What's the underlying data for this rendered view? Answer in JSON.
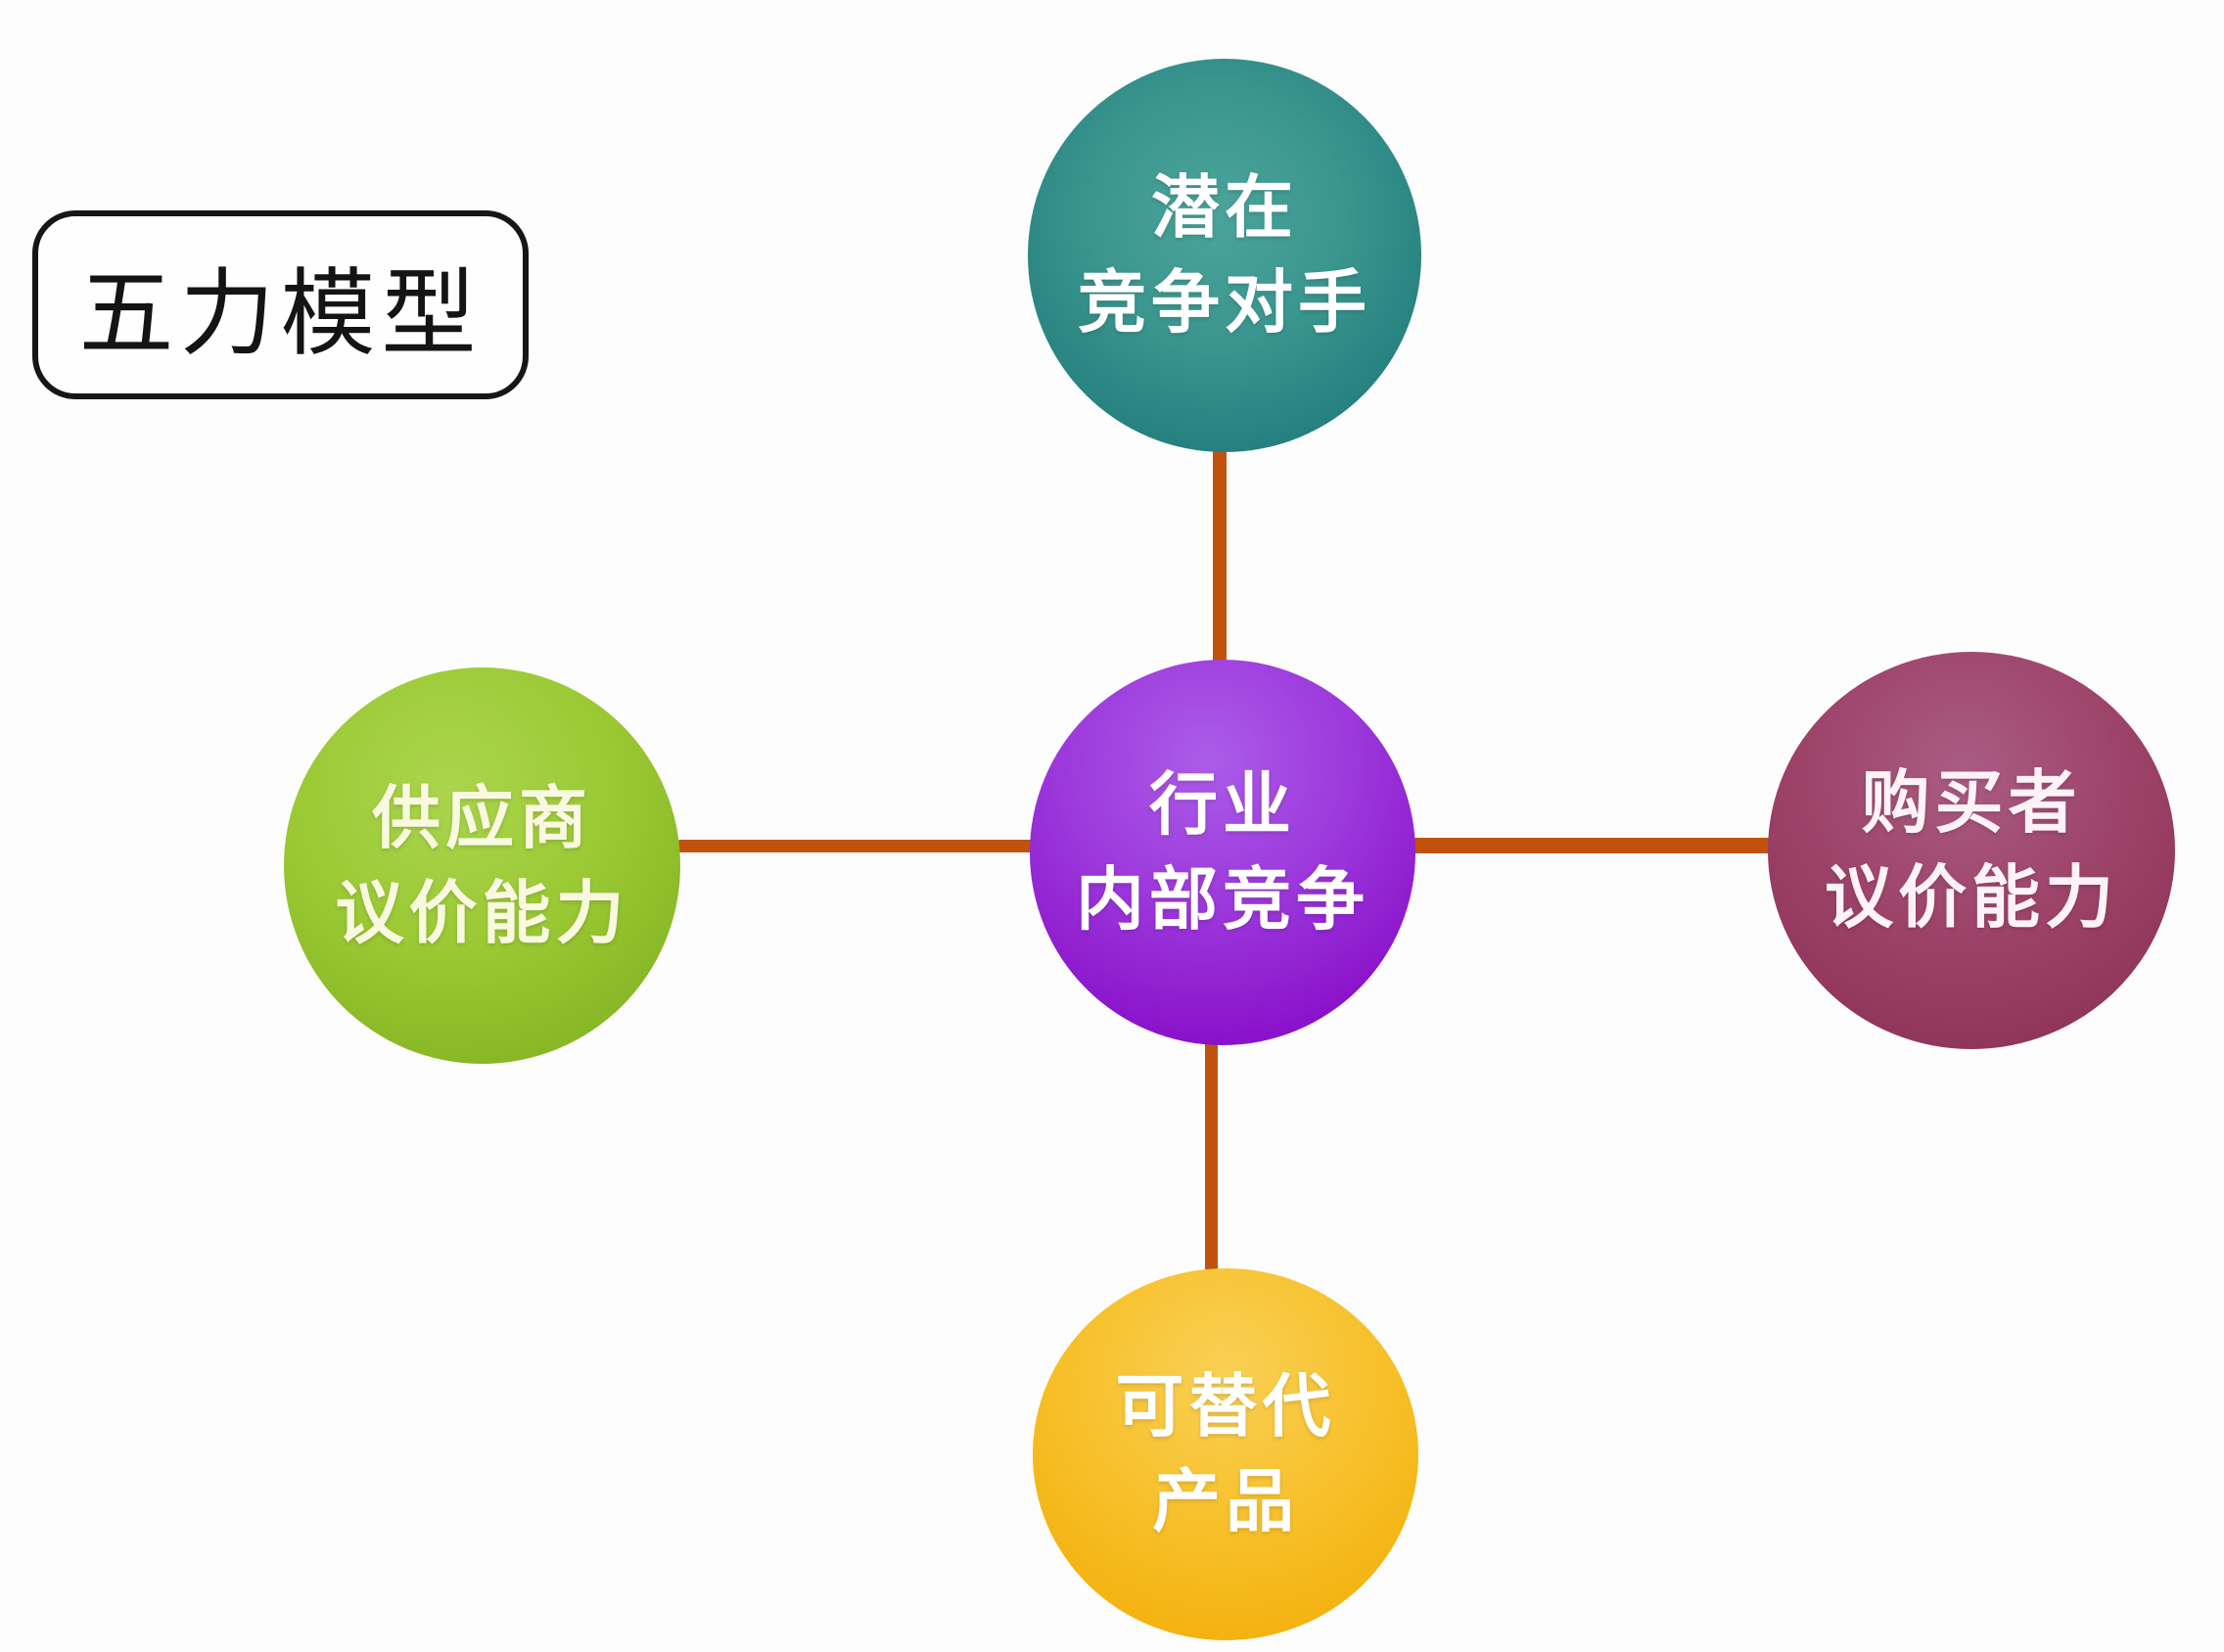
{
  "title": {
    "label": "五力模型",
    "border_color": "#161616",
    "text_color": "#141414",
    "background": "#fefefe"
  },
  "diagram": {
    "type": "five-forces-model",
    "background": "#fefdfd",
    "connector_color": "#c1520e",
    "center": {
      "id": "industry-internal-competition",
      "lines": [
        "行业",
        "内部竞争"
      ],
      "color": "#9c38dc",
      "text_color": "#ffffff"
    },
    "nodes": [
      {
        "id": "potential-competitors",
        "position": "top",
        "lines": [
          "潜在",
          "竞争对手"
        ],
        "color": "#2c8a85",
        "text_color": "#ffffff"
      },
      {
        "id": "supplier-bargaining-power",
        "position": "left",
        "lines": [
          "供应商",
          "议价能力"
        ],
        "color": "#9ac934",
        "text_color": "#f9f8e0"
      },
      {
        "id": "buyer-bargaining-power",
        "position": "right",
        "lines": [
          "购买者",
          "议价能力"
        ],
        "color": "#9c4168",
        "text_color": "#fdf3f7"
      },
      {
        "id": "substitute-products",
        "position": "bottom",
        "lines": [
          "可替代",
          "产品"
        ],
        "color": "#f7bf28",
        "text_color": "#ffffff"
      }
    ]
  }
}
